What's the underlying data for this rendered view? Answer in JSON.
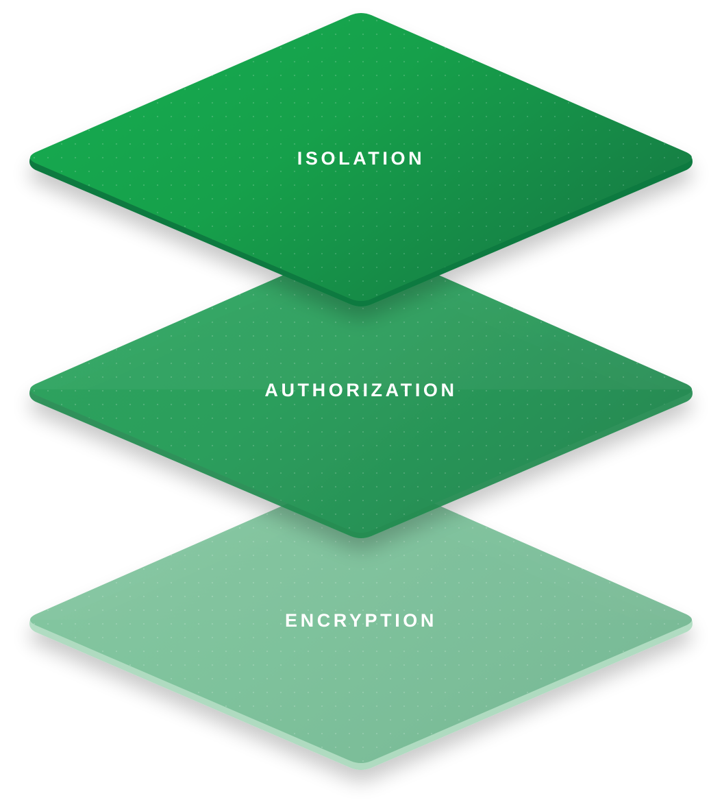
{
  "diagram": {
    "layers": [
      {
        "id": "isolation",
        "label": "ISOLATION",
        "color": "#16a34a",
        "opacity": 1.0
      },
      {
        "id": "authorization",
        "label": "AUTHORIZATION",
        "color": "#22a05a",
        "opacity": 0.88
      },
      {
        "id": "encryption",
        "label": "ENCRYPTION",
        "color": "#33a86a",
        "opacity": 0.62
      }
    ]
  }
}
